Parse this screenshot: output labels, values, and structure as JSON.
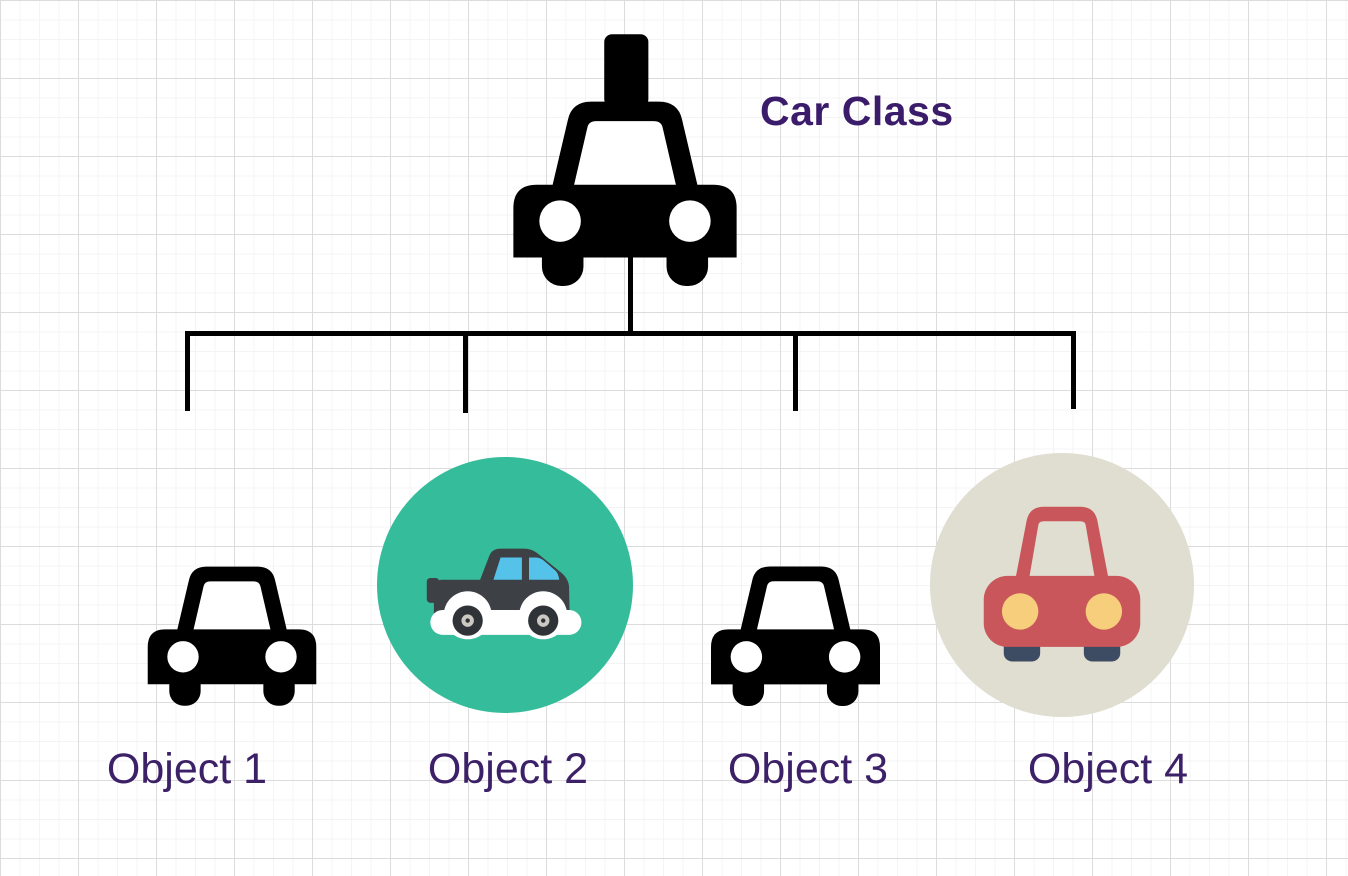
{
  "diagram": {
    "title": "Car Class",
    "root": {
      "icon": "taxi-icon",
      "label": "Car Class"
    },
    "objects": [
      {
        "label": "Object 1",
        "icon": "black-car-icon"
      },
      {
        "label": "Object 2",
        "icon": "vintage-car-icon",
        "circle_color": "#35BC9B"
      },
      {
        "label": "Object 3",
        "icon": "black-car-icon"
      },
      {
        "label": "Object 4",
        "icon": "red-car-icon",
        "circle_color": "#DFDED1"
      }
    ],
    "colors": {
      "title_text": "#3A1C6B",
      "label_text": "#3D2168",
      "connector": "#000000",
      "car_black": "#000000",
      "teal_circle": "#35BC9B",
      "beige_circle": "#DFDED1",
      "vintage_body": "#3D4146",
      "window_blue": "#55C3E9",
      "red_car_body": "#C9565A",
      "headlight_yellow": "#F6CE7C",
      "red_car_wheel": "#3E4C63"
    }
  }
}
